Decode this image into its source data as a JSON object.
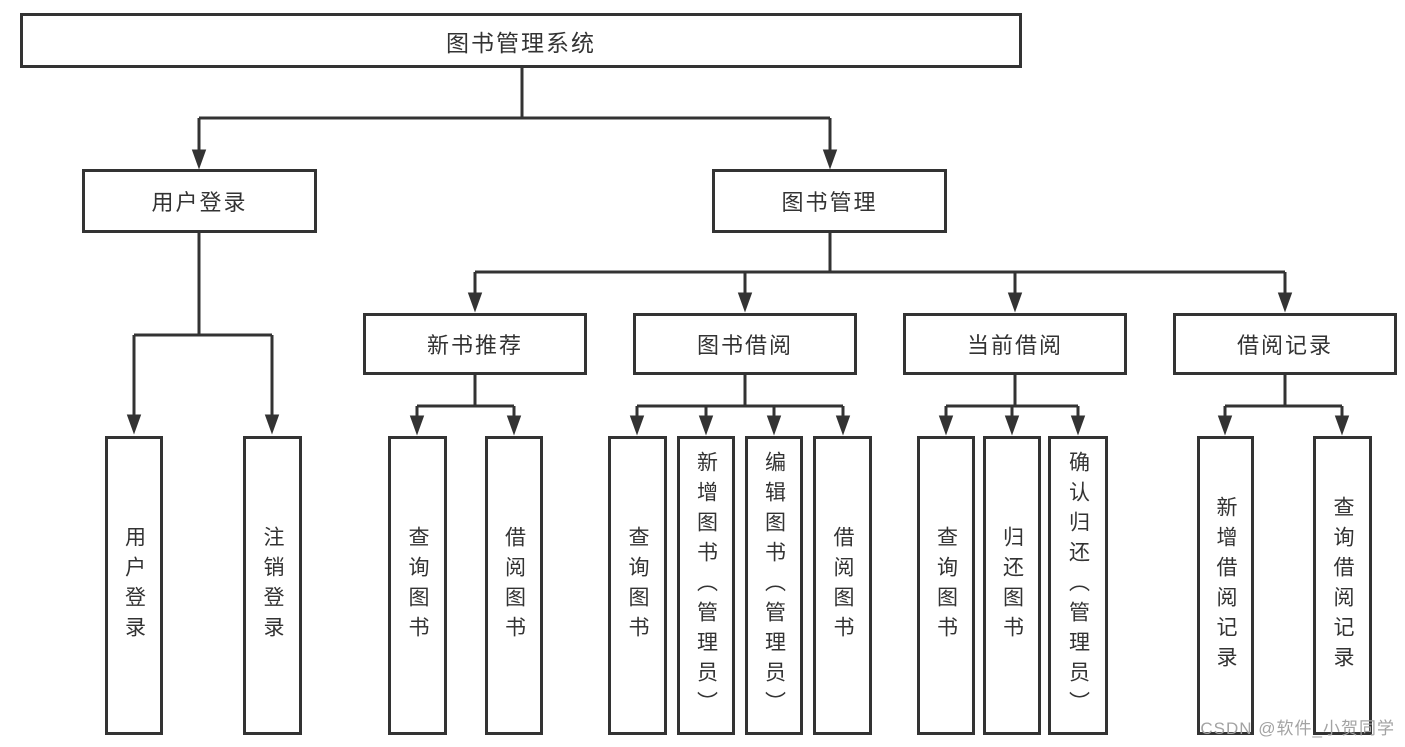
{
  "diagram": {
    "title": "图书管理系统",
    "nodes": {
      "root": "图书管理系统",
      "user_login": "用户登录",
      "book_mgmt": "图书管理",
      "new_book_rec": "新书推荐",
      "book_borrow": "图书借阅",
      "current_borrow": "当前借阅",
      "borrow_record": "借阅记录",
      "leaf_user_login": "用户登录",
      "leaf_logout": "注销登录",
      "leaf_query_book_a": "查询图书",
      "leaf_borrow_book_a": "借阅图书",
      "leaf_query_book_b": "查询图书",
      "leaf_add_book_admin": "新增图书（管理员）",
      "leaf_edit_book_admin": "编辑图书（管理员）",
      "leaf_borrow_book_b": "借阅图书",
      "leaf_query_book_c": "查询图书",
      "leaf_return_book": "归还图书",
      "leaf_confirm_return_admin": "确认归还（管理员）",
      "leaf_add_borrow_record": "新增借阅记录",
      "leaf_query_borrow_record": "查询借阅记录"
    },
    "colors": {
      "line": "#333333",
      "text": "#333333",
      "background": "#ffffff",
      "watermark": "#a3a3a3"
    }
  },
  "watermark": "CSDN @软件_小贺同学"
}
